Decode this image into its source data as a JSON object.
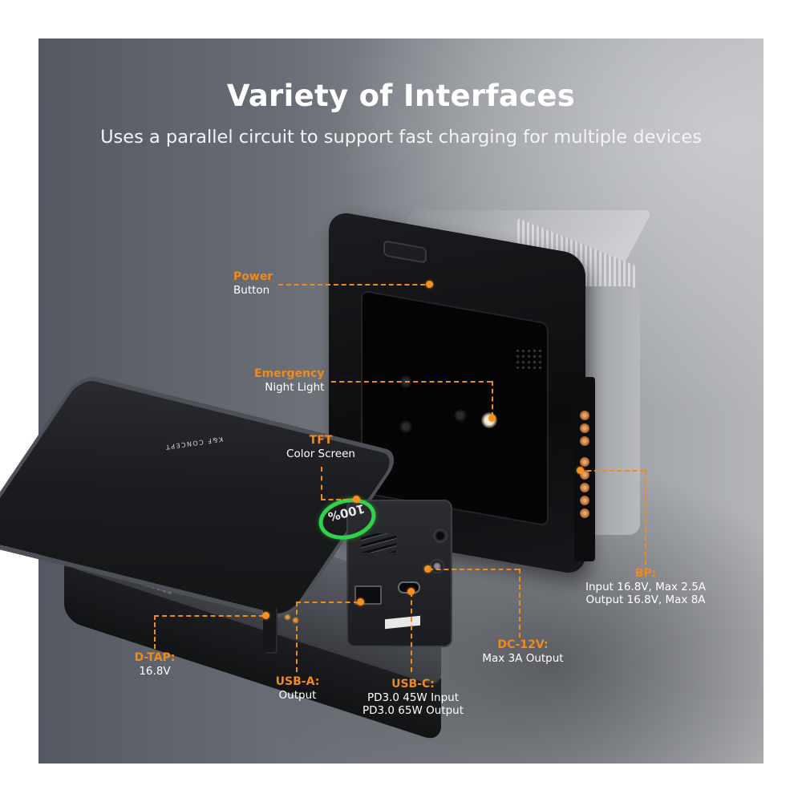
{
  "header": {
    "title": "Variety of Interfaces",
    "subtitle": "Uses a parallel circuit to support fast charging for multiple devices"
  },
  "product": {
    "brand_mark": "K&F CONCEPT",
    "screen_value": "100%",
    "screen_ring_color": "#31d24a"
  },
  "callouts": {
    "power": {
      "key": "Power",
      "value": "Button"
    },
    "emergency": {
      "key": "Emergency",
      "value": "Night Light"
    },
    "tft": {
      "key": "TFT",
      "value": "Color Screen"
    },
    "bp": {
      "key": "BP:",
      "lines": [
        "Input 16.8V, Max 2.5A",
        "Output 16.8V, Max 8A"
      ]
    },
    "dc12v": {
      "key": "DC-12V:",
      "value": "Max 3A Output"
    },
    "dtap": {
      "key": "D-TAP:",
      "value": "16.8V"
    },
    "usba": {
      "key": "USB-A:",
      "value": "Output"
    },
    "usbc": {
      "key": "USB-C:",
      "lines": [
        "PD3.0 45W Input",
        "PD3.0 65W Output"
      ]
    }
  },
  "colors": {
    "accent_orange": "#f08a1c",
    "text_white": "#ffffff",
    "bg_dark": "#545862",
    "bg_light": "#b3b5b9"
  }
}
